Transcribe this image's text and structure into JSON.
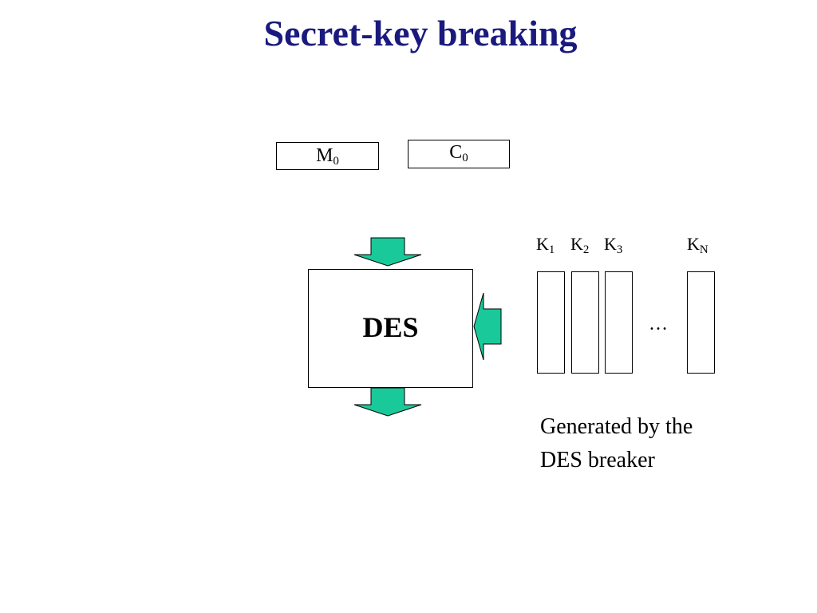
{
  "title": "Secret-key breaking",
  "message": {
    "base": "M",
    "sub": "0"
  },
  "cipher": {
    "base": "C",
    "sub": "0"
  },
  "des_label": "DES",
  "keys": [
    {
      "base": "K",
      "sub": "1"
    },
    {
      "base": "K",
      "sub": "2"
    },
    {
      "base": "K",
      "sub": "3"
    },
    {
      "base": "K",
      "sub": "N"
    }
  ],
  "ellipsis": "…",
  "caption_line1": "Generated by the",
  "caption_line2": "DES breaker",
  "colors": {
    "title": "#1a1a7e",
    "arrow_fill": "#19c99a",
    "stroke": "#000000"
  }
}
